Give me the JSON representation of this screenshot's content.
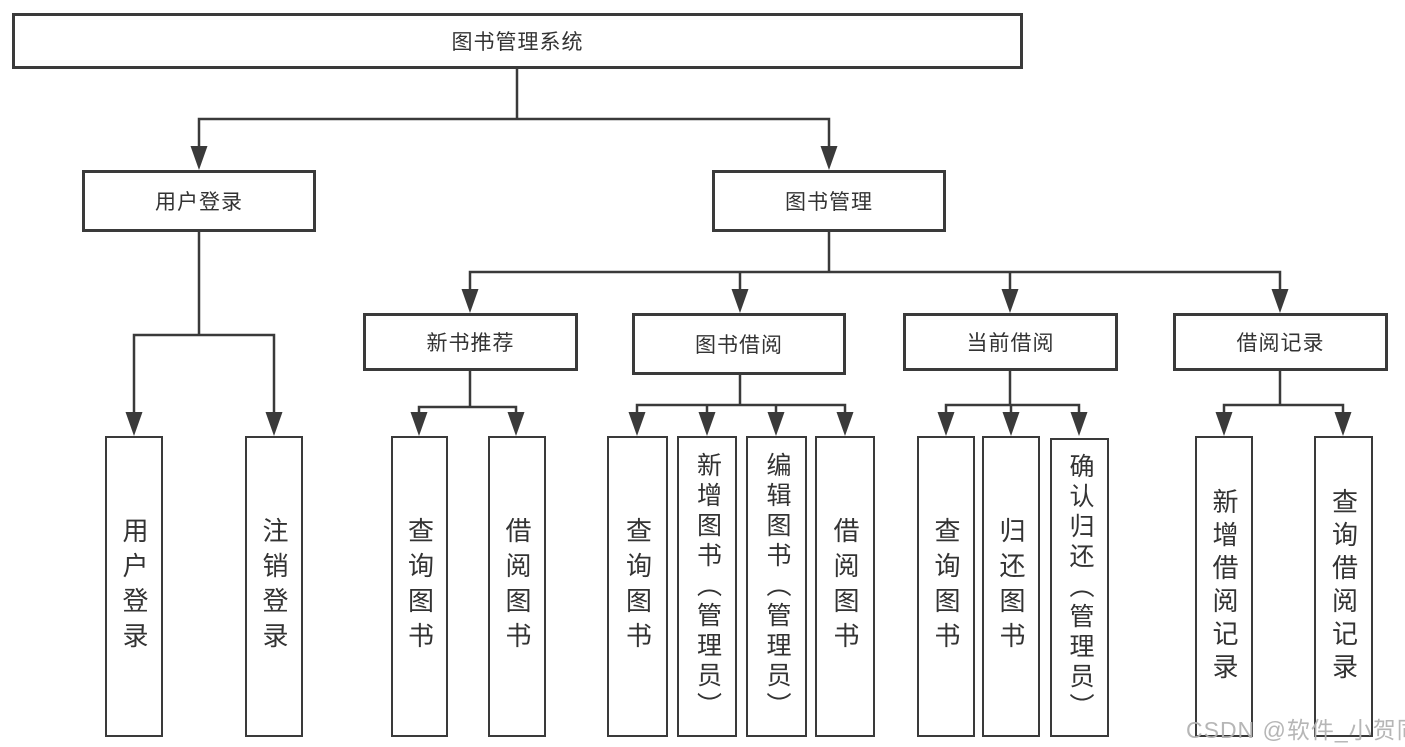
{
  "colors": {
    "line": "#3a3a3a",
    "box_border": "#3a3a3a",
    "text": "#333333",
    "watermark": "#b2b2b2",
    "background": "#ffffff"
  },
  "watermark": {
    "text": "CSDN @软件_小贺同学"
  },
  "tree": {
    "root": {
      "label": "图书管理系统"
    },
    "branches": [
      {
        "label": "用户登录",
        "children": [
          {
            "label": "用户登录"
          },
          {
            "label": "注销登录"
          }
        ]
      },
      {
        "label": "图书管理",
        "children": [
          {
            "label": "新书推荐",
            "children": [
              {
                "label": "查询图书"
              },
              {
                "label": "借阅图书"
              }
            ]
          },
          {
            "label": "图书借阅",
            "children": [
              {
                "label": "查询图书"
              },
              {
                "label": "新增图书（管理员）"
              },
              {
                "label": "编辑图书（管理员）"
              },
              {
                "label": "借阅图书"
              }
            ]
          },
          {
            "label": "当前借阅",
            "children": [
              {
                "label": "查询图书"
              },
              {
                "label": "归还图书"
              },
              {
                "label": "确认归还（管理员）"
              }
            ]
          },
          {
            "label": "借阅记录",
            "children": [
              {
                "label": "新增借阅记录"
              },
              {
                "label": "查询借阅记录"
              }
            ]
          }
        ]
      }
    ]
  }
}
